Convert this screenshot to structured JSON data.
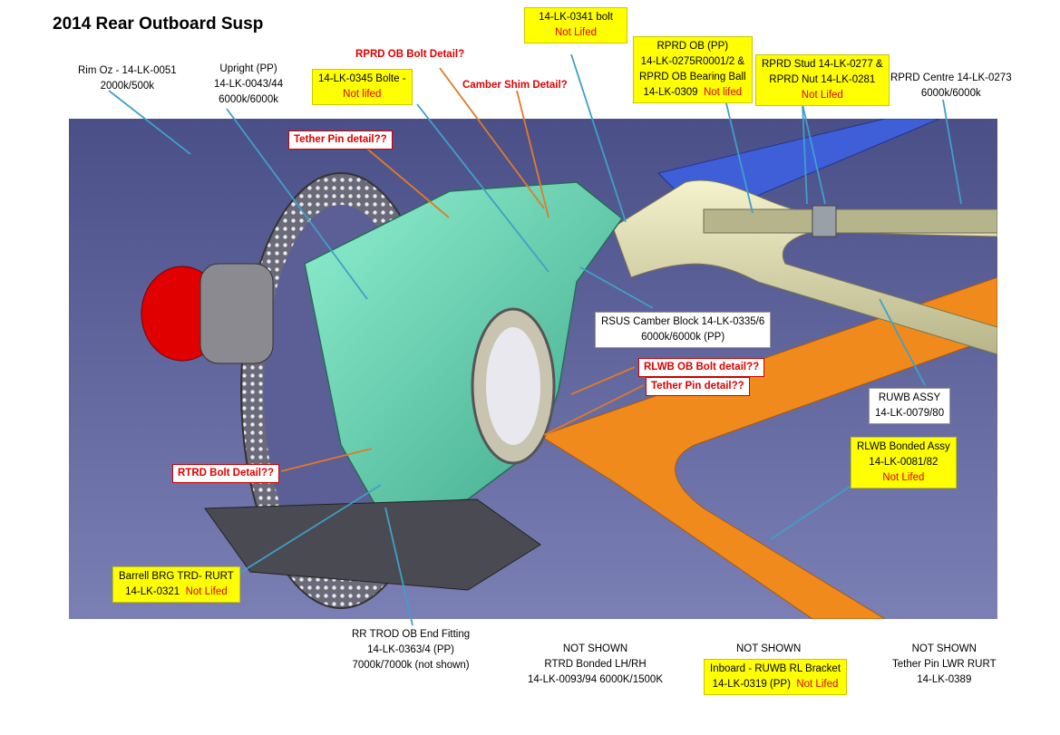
{
  "title": "2014 Rear Outboard Susp",
  "colors": {
    "background_scene": "#5b5f96",
    "upright": "#6fd6b4",
    "wishbone_orange": "#f08a1c",
    "pushrod_blue": "#3f5fd8",
    "wishbone_cream": "#e4e1b2",
    "hub_red": "#e00000",
    "label_yellow": "#ffff00",
    "leader_line": "#3fa0c8",
    "leader_line_orange": "#e07a2a",
    "not_lifed_red": "#e00000"
  },
  "labels": {
    "rim": {
      "line1": "Rim Oz - 14-LK-0051",
      "line2": "2000k/500k"
    },
    "upright": {
      "line1": "Upright (PP)",
      "line2": "14-LK-0043/44",
      "line3": "6000k/6000k"
    },
    "bolt_0345": {
      "line1": "14-LK-0345 Bolte -",
      "line2": "Not lifed"
    },
    "rprd_ob_bolt_detail": "RPRD OB Bolt Detail?",
    "camber_shim_detail": "Camber Shim Detail?",
    "bolt_0341": {
      "line1": "14-LK-0341 bolt",
      "line2": "Not Lifed"
    },
    "rprd_ob": {
      "line1": "RPRD OB (PP)",
      "line2": "14-LK-0275R0001/2 &",
      "line3": "RPRD OB Bearing Ball",
      "line4a": "14-LK-0309",
      "line4b": "Not lifed"
    },
    "rprd_stud": {
      "line1": "RPRD Stud 14-LK-0277 &",
      "line2a": "RPRD Nut",
      "line2b": "14-LK-0281",
      "line3": "Not Lifed"
    },
    "rprd_centre": {
      "line1": "RPRD Centre 14-LK-0273",
      "line2": "6000k/6000k"
    },
    "tether_pin_detail_top": "Tether Pin detail??",
    "rsus_camber_block": {
      "line1": "RSUS Camber Block 14-LK-0335/6",
      "line2": "6000k/6000k (PP)"
    },
    "rlwb_ob_bolt_detail": "RLWB OB Bolt detail??",
    "tether_pin_detail_mid": "Tether Pin detail??",
    "ruwb_assy": {
      "line1": "RUWB ASSY",
      "line2": "14-LK-0079/80"
    },
    "rlwb_bonded": {
      "line1": "RLWB Bonded Assy",
      "line2": "14-LK-0081/82",
      "line3": "Not Lifed"
    },
    "rtrd_bolt_detail": "RTRD Bolt Detail??",
    "barrell_brg": {
      "line1": "Barrell BRG TRD- RURT",
      "line2a": "14-LK-0321",
      "line2b": "Not Lifed"
    },
    "rr_trod": {
      "line1": "RR TROD OB End Fitting",
      "line2": "14-LK-0363/4 (PP)",
      "line3": "7000k/7000k (not shown)"
    },
    "rtrd_bonded": {
      "line1": "NOT SHOWN",
      "line2": "RTRD Bonded LH/RH",
      "line3": "14-LK-0093/94  6000K/1500K"
    },
    "inboard_ruwb": {
      "line0": "NOT SHOWN",
      "line1": "Inboard - RUWB RL Bracket",
      "line2a": "14-LK-0319 (PP)",
      "line2b": "Not Lifed"
    },
    "tether_pin_lwr": {
      "line1": "NOT SHOWN",
      "line2": "Tether Pin LWR RURT",
      "line3": "14-LK-0389"
    }
  }
}
